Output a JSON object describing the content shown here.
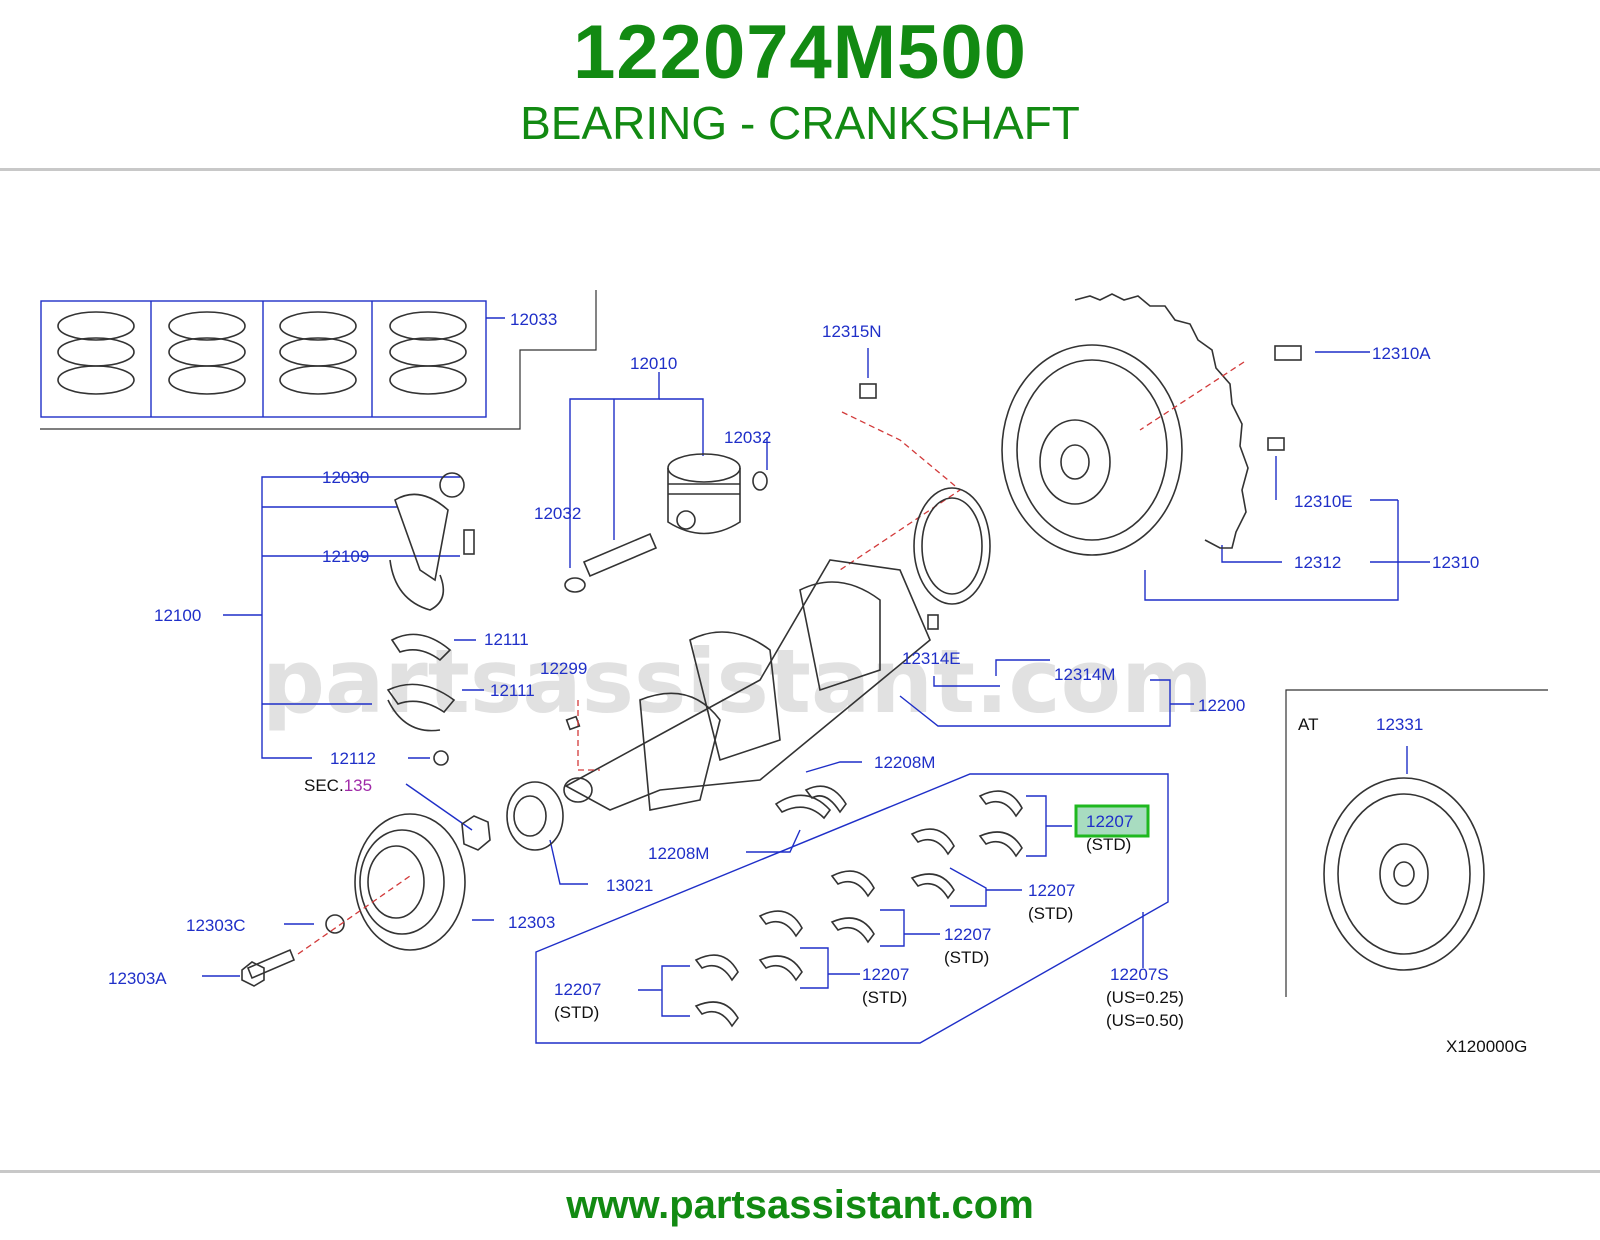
{
  "header": {
    "part_number": "122074M500",
    "description": "BEARING - CRANKSHAFT"
  },
  "watermark": "partsassistant.com",
  "footer": {
    "url": "www.partsassistant.com"
  },
  "diagram": {
    "code": "X120000G",
    "at_label": "AT",
    "sec_prefix": "SEC.",
    "sec_number": "135",
    "highlighted_part": "12207",
    "callouts": {
      "c12033": "12033",
      "c12010": "12010",
      "c12032a": "12032",
      "c12032b": "12032",
      "c12030": "12030",
      "c12109": "12109",
      "c12100": "12100",
      "c12111a": "12111",
      "c12111b": "12111",
      "c12299": "12299",
      "c12112": "12112",
      "c12315N": "12315N",
      "c12310A": "12310A",
      "c12310E": "12310E",
      "c12312": "12312",
      "c12310": "12310",
      "c12314E": "12314E",
      "c12314M": "12314M",
      "c12200": "12200",
      "c12331": "12331",
      "c12208Ma": "12208M",
      "c12208Mb": "12208M",
      "c13021": "13021",
      "c12303": "12303",
      "c12303C": "12303C",
      "c12303A": "12303A",
      "c12207s": "12207S",
      "us025": "(US=0.25)",
      "us050": "(US=0.50)",
      "c12207_1": "12207",
      "c12207_2": "12207",
      "c12207_3": "12207",
      "c12207_4": "12207",
      "c12207_5": "12207",
      "std": "(STD)"
    }
  },
  "colors": {
    "brand_green": "#128a12",
    "callout_blue": "#1f2fc8",
    "highlight_border": "#1fb81f",
    "highlight_fill": "#a8dcc0",
    "leader_red": "#d23a3a"
  }
}
